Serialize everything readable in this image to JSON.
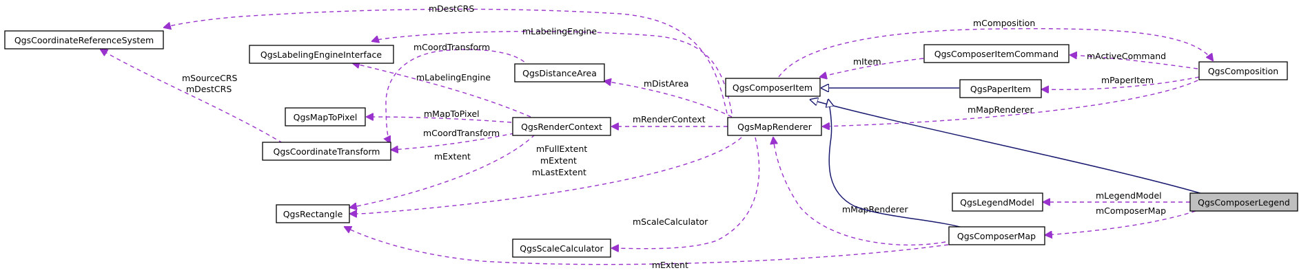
{
  "nodes": {
    "crs": "QgsCoordinateReferenceSystem",
    "labeling_engine": "QgsLabelingEngineInterface",
    "distance_area": "QgsDistanceArea",
    "map_to_pixel": "QgsMapToPixel",
    "render_context": "QgsRenderContext",
    "coord_transform": "QgsCoordinateTransform",
    "rectangle": "QgsRectangle",
    "scale_calculator": "QgsScaleCalculator",
    "composer_item": "QgsComposerItem",
    "map_renderer": "QgsMapRenderer",
    "composer_item_command": "QgsComposerItemCommand",
    "paper_item": "QgsPaperItem",
    "composition": "QgsComposition",
    "legend_model": "QgsLegendModel",
    "composer_map": "QgsComposerMap",
    "composer_legend": "QgsComposerLegend"
  },
  "edges": {
    "mDestCRS_top": "mDestCRS",
    "mLabelingEngine_top": "mLabelingEngine",
    "mComposition": "mComposition",
    "mCoordTransform_top": "mCoordTransform",
    "mLabelingEngine_rc": "mLabelingEngine",
    "mItem": "mItem",
    "mActiveCommand": "mActiveCommand",
    "mSourceCRS": "mSourceCRS",
    "mDestCRS_ct": "mDestCRS",
    "mDistArea": "mDistArea",
    "mPaperItem": "mPaperItem",
    "mMapToPixel": "mMapToPixel",
    "mMapRenderer_comp": "mMapRenderer",
    "mRenderContext": "mRenderContext",
    "mCoordTransform_rc": "mCoordTransform",
    "mFullExtent": "mFullExtent",
    "mExtent_mr": "mExtent",
    "mLastExtent": "mLastExtent",
    "mExtent_rc": "mExtent",
    "mLegendModel": "mLegendModel",
    "mComposerMap": "mComposerMap",
    "mMapRenderer_cm": "mMapRenderer",
    "mScaleCalculator": "mScaleCalculator",
    "mExtent_cm": "mExtent"
  },
  "colors": {
    "dependency": "#9a32cd",
    "inheritance": "#191970",
    "highlight_fill": "#bfbfbf"
  }
}
